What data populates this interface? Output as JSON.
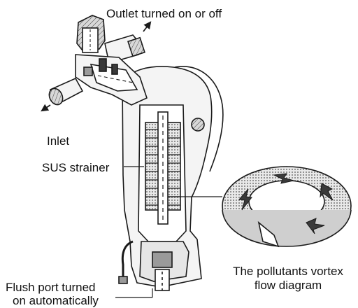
{
  "labels": {
    "outlet": "Outlet turned on or off",
    "inlet": "Inlet",
    "strainer": "SUS strainer",
    "vortex_line1": "The pollutants vortex",
    "vortex_line2": "flow diagram",
    "flush_line1": "Flush port turned",
    "flush_line2": "on automatically"
  },
  "colors": {
    "line": "#1a1a1a",
    "fill_light": "#f2f2f2",
    "fill_mid": "#9a9a9a",
    "fill_dark": "#3a3a3a"
  }
}
